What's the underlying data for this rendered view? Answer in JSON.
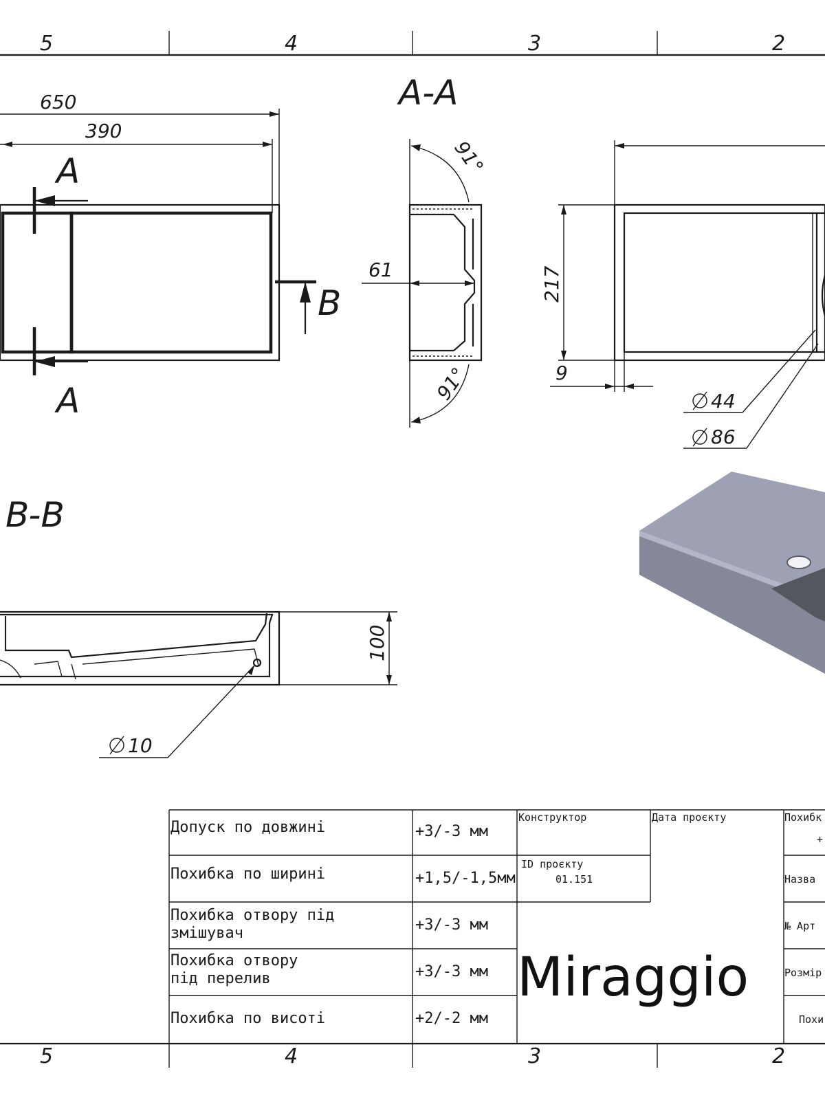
{
  "frame": {
    "top_numbers": [
      "5",
      "4",
      "3",
      "2"
    ],
    "bottom_numbers": [
      "5",
      "4",
      "3",
      "2"
    ]
  },
  "section_labels": {
    "aa_title": "A-A",
    "bb_title": "B-B",
    "cut_a_top": "A",
    "cut_a_bottom": "A",
    "cut_b": "B"
  },
  "dimensions": {
    "length_650": "650",
    "length_390": "390",
    "angle_top": "91°",
    "angle_bottom": "91°",
    "depth_61": "61",
    "width_217": "217",
    "offset_9": "9",
    "diameter_44": "44",
    "diameter_86": "86",
    "height_100": "100",
    "diameter_10": "10"
  },
  "title_block": {
    "rows": [
      {
        "label": "Допуск по довжині",
        "value": "+3/-3 мм"
      },
      {
        "label": "Похибка по ширині",
        "value": "+1,5/-1,5мм"
      },
      {
        "label": "Похибка отвору під\nзмішувач",
        "value": "+3/-3 мм"
      },
      {
        "label": "Похибка отвору\nпід перелив",
        "value": "+3/-3 мм"
      },
      {
        "label": "Похибка по висоті",
        "value": "+2/-2 мм"
      }
    ],
    "designer_label": "Конструктор",
    "date_label": "Дата проєкту",
    "id_label": "ID проєкту",
    "id_value": "01.151",
    "brand": "Miraggio",
    "right_col": {
      "tolerance_label": "Похибк",
      "tolerance_value": "+",
      "name_label": "Назва",
      "article_label": "№ Арт",
      "size_label": "Розмір",
      "bottom_label": "Похи"
    }
  },
  "colors": {
    "line": "#1a1a1a",
    "render_top": "#9ea1b3",
    "render_side": "#8a8da0",
    "render_front": "#7d8092",
    "render_basin": "#55575f"
  }
}
